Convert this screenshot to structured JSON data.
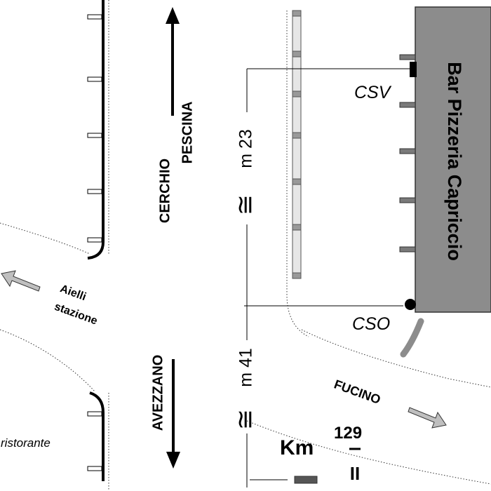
{
  "building": {
    "name": "Bar Pizzeria Capriccio",
    "fill": "#8c8c8c"
  },
  "stops": {
    "north": "CSV",
    "south": "CSO"
  },
  "directions": {
    "north_line1": "CERCHIO",
    "north_line2": "PESCINA",
    "south": "AVEZZANO",
    "east": "FUCINO",
    "west_line1": "Aielli",
    "west_line2": "stazione"
  },
  "distances": {
    "upper": "m 23",
    "lower": "m 41",
    "approx_symbol": "≅"
  },
  "landmarks": {
    "restaurant": "ristorante"
  },
  "kilometer_marker": {
    "label": "Km",
    "number": "129",
    "roman": "II"
  },
  "icons": {
    "north_arrow": "arrow-up-icon",
    "south_arrow": "arrow-down-icon",
    "west_arrow": "arrow-left-icon",
    "east_arrow": "arrow-right-icon",
    "stop_marker": "bus-stop-icon"
  }
}
